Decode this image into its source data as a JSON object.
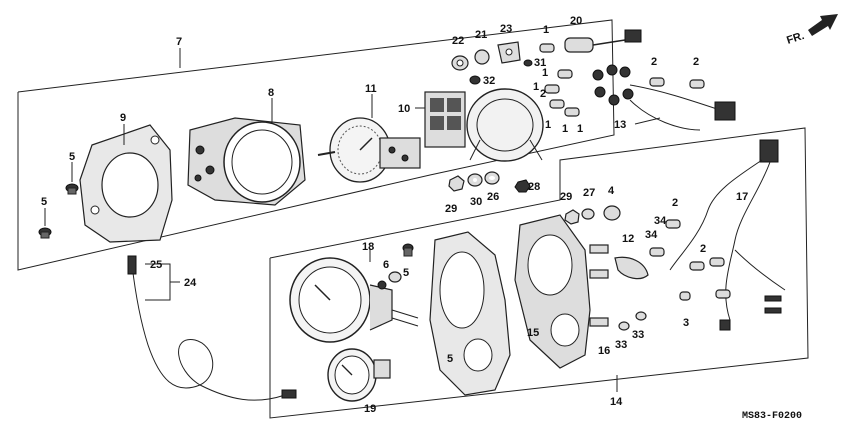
{
  "diagram": {
    "code": "MS83-F0200",
    "direction": "FR.",
    "callouts": [
      "1",
      "2",
      "3",
      "4",
      "5",
      "6",
      "7",
      "8",
      "9",
      "10",
      "11",
      "12",
      "13",
      "14",
      "15",
      "16",
      "17",
      "18",
      "19",
      "20",
      "21",
      "22",
      "23",
      "24",
      "25",
      "26",
      "27",
      "28",
      "29",
      "30",
      "31",
      "32",
      "33",
      "34"
    ]
  }
}
